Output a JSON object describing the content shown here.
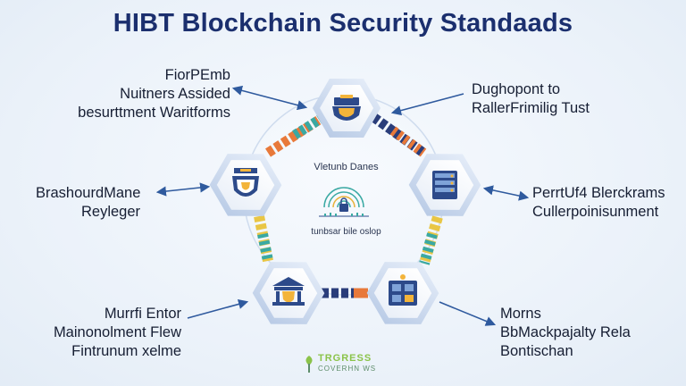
{
  "title": "HIBT Blockchain  Security Standaads",
  "center": {
    "title": "Vletunb Danes",
    "subtitle": "tunbsar bile oslop"
  },
  "labels": {
    "top_left": [
      "FiorPEmb",
      "Nuitners Assided",
      "besurttment Waritforms"
    ],
    "top_right": [
      "Dughopont to",
      "RallerFrimilig Tust"
    ],
    "mid_left": [
      "BrashourdMane",
      "Reylеger"
    ],
    "mid_right": [
      "PerrtUf4 Blerckrams",
      "Cullerpoinisunment"
    ],
    "bottom_left": [
      "Murrfi Entor",
      "Mainonolment Flew",
      "Fintrunum xelme"
    ],
    "bottom_right": [
      "Morns",
      "BbMackpajalty Rela",
      "Bontischan"
    ]
  },
  "brand": {
    "top": "TRGRESS",
    "bottom": "COVERHN WS"
  },
  "icons": {
    "top": "shield-monitor-icon",
    "left": "shield-crest-icon",
    "right": "server-rack-icon",
    "bottom_left": "bank-shield-icon",
    "bottom_right": "security-grid-icon",
    "center": "fingerprint-lock-icon"
  },
  "colors": {
    "title": "#1b2f6e",
    "node_ring": "#c4d3ea",
    "node_fill": "#ffffff",
    "icon_blue": "#2d4a8a",
    "icon_gold": "#f3b43a",
    "arrow": "#2f5a9e",
    "connector_orange": "#e8793a",
    "connector_teal": "#3aa9a3",
    "connector_navy": "#2a3d7a",
    "connector_yellow": "#e9c645"
  }
}
